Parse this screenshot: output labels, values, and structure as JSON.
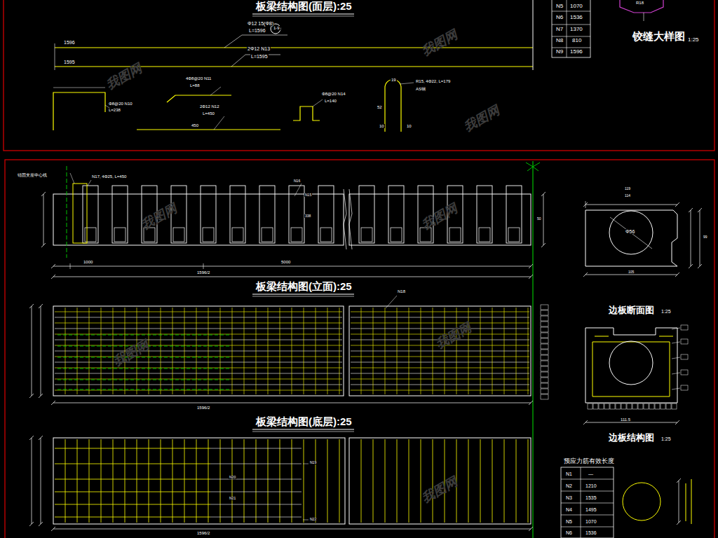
{
  "diagram": {
    "labels": [
      "板梁结构图(面层):25",
      "Φ12 15(Φ8)",
      "1-9",
      "L=1596",
      "1596",
      "2Φ12 N13",
      "L=1595",
      "1595",
      "Φ8@20 N10",
      "L=238",
      "4Φ8@20 N11",
      "L=88",
      "2Φ12 N12",
      "L=450",
      "450",
      "Φ8@20 N14",
      "L=140",
      "19",
      "52",
      "10",
      "10",
      "R15, 4Φ22, L=179",
      "AS钢",
      "N5",
      "1070",
      "N6",
      "1536",
      "N7",
      "1370",
      "N8",
      "810",
      "N9",
      "1596",
      "R18",
      "铰缝大样图",
      "1:25",
      "锚固支座中心线",
      "N17, 4Φ25, L=450",
      "N16",
      "N15",
      "338",
      "1000",
      "5000",
      "1596/2",
      "50",
      "板梁结构图(立面):25",
      "N18",
      "1596/2",
      "板梁结构图(底层):25",
      "N19",
      "N20",
      "N21",
      "N22",
      "1596/2",
      "119",
      "114",
      "Φ56",
      "99",
      "105",
      "边板断面图",
      "1:25",
      "111.5",
      "边板结构图",
      "1:25",
      "预应力筋有效长度",
      "N1",
      "—",
      "N2",
      "1210",
      "N3",
      "1535",
      "N4",
      "1495",
      "N5",
      "1070",
      "N6",
      "1536",
      "我图网",
      "我图网",
      "我图网",
      "我图网",
      "我图网",
      "我图网",
      "我图网",
      "我图网"
    ]
  }
}
